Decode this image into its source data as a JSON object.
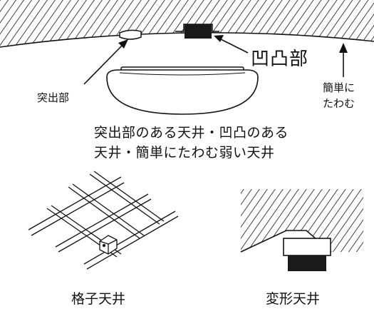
{
  "labels": {
    "protrusion": "突出部",
    "uneven": "凹凸部",
    "sag_line1": "簡単に",
    "sag_line2": "たわむ",
    "caption_line1": "突出部のある天井・凹凸のある",
    "caption_line2": "天井・簡単にたわむ弱い天井",
    "grid_ceiling": "格子天井",
    "shaped_ceiling": "変形天井"
  },
  "colors": {
    "ink": "#111111",
    "block": "#1a1a1a",
    "background": "#ffffff"
  }
}
